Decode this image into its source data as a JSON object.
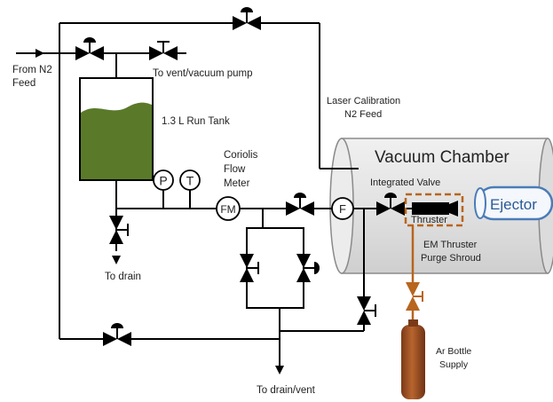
{
  "labels": {
    "from_n2_line1": "From N2",
    "from_n2_line2": "Feed",
    "vent_pump": "To vent/vacuum pump",
    "run_tank": "1.3 L Run Tank",
    "coriolis_1": "Coriolis",
    "coriolis_2": "Flow",
    "coriolis_3": "Meter",
    "laser_1": "Laser Calibration",
    "laser_2": "N2 Feed",
    "vacuum_chamber": "Vacuum Chamber",
    "integrated_valve": "Integrated Valve",
    "thruster": "Thruster",
    "ejector": "Ejector",
    "shroud_1": "EM Thruster",
    "shroud_2": "Purge Shroud",
    "to_drain": "To drain",
    "to_drain_vent": "To drain/vent",
    "ar_1": "Ar Bottle",
    "ar_2": "Supply"
  },
  "instruments": {
    "pressure": "P",
    "temperature": "T",
    "flow_meter": "FM",
    "filter": "F"
  },
  "colors": {
    "tank_liquid": "#5a7a2a",
    "chamber": "#e4e4e4",
    "ejector_border": "#4a7cb8",
    "ejector_text": "#2a5a98",
    "argon_line": "#b8651e",
    "bottle": "#a0522d"
  }
}
